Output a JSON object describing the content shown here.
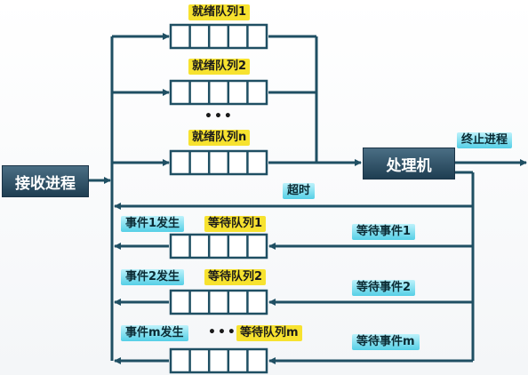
{
  "receive_process": "接收进程",
  "processor": "处理机",
  "terminate": "终止进程",
  "timeout": "超时",
  "ready_queues": [
    "就绪队列1",
    "就绪队列2",
    "就绪队列n"
  ],
  "ready_ellipsis": "•••",
  "wait_queues": [
    "等待队列1",
    "等待队列2",
    "等待队列m"
  ],
  "wait_ellipsis": "•••",
  "events_occurred": [
    "事件1发生",
    "事件2发生",
    "事件m发生"
  ],
  "waiting_for_events": [
    "等待事件1",
    "等待事件2",
    "等待事件m"
  ],
  "colors": {
    "line": "#1f4f63",
    "queue_fill": "#ffffff",
    "box": "#24475c",
    "label_yellow": "#f7e22f",
    "label_cyan": "#55cfe6"
  }
}
